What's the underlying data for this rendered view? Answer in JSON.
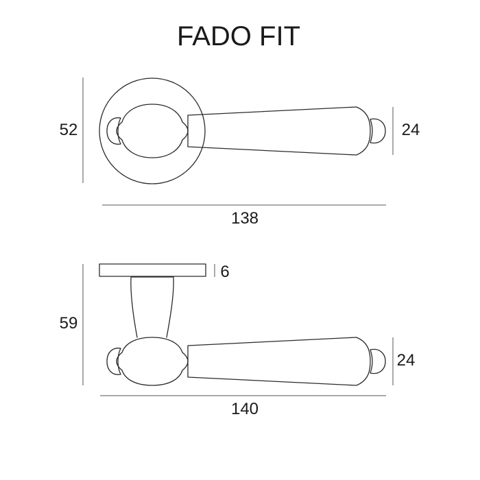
{
  "title": "FADO FIT",
  "top_view": {
    "height_label": "52",
    "grip_label": "24",
    "length_label": "138"
  },
  "side_view": {
    "rose_label": "6",
    "height_label": "59",
    "grip_label": "24",
    "length_label": "140"
  }
}
